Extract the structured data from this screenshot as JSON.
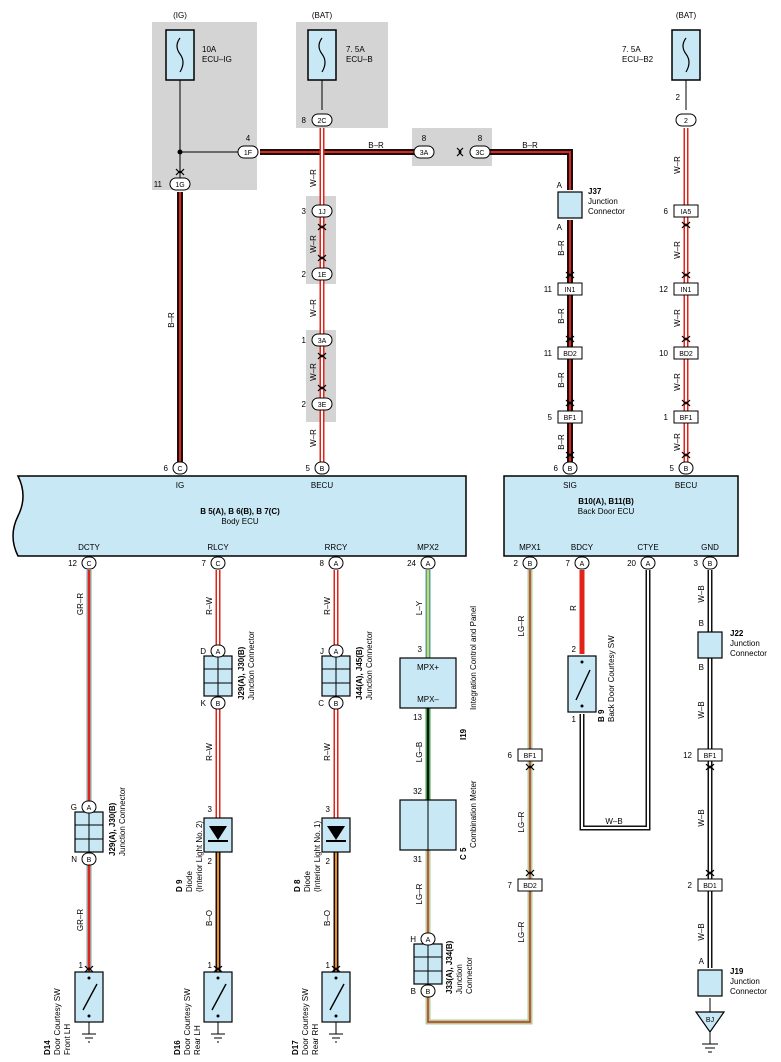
{
  "sources": {
    "ig": "(IG)",
    "bat1": "(BAT)",
    "bat2": "(BAT)"
  },
  "fuses": {
    "ecu_ig": {
      "amp": "10A",
      "name": "ECU–IG"
    },
    "ecu_b": {
      "amp": "7. 5A",
      "name": "ECU–B"
    },
    "ecu_b2": {
      "amp": "7. 5A",
      "name": "ECU–B2"
    }
  },
  "wires": {
    "br": "B–R",
    "wr": "W–R",
    "grr": "GR–R",
    "rw": "R–W",
    "ly": "L–Y",
    "lgb": "LG–B",
    "lgr": "LG–R",
    "r": "R",
    "bo": "B–O",
    "wb": "W–B"
  },
  "connectors": {
    "c2C": "2C",
    "c1F": "1F",
    "c1G": "1G",
    "c3A_top": "3A",
    "c3C": "3C",
    "c1J": "1J",
    "c1E": "1E",
    "c3A": "3A",
    "c3E": "3E",
    "c2": "2",
    "cIA5": "IA5",
    "cIN1a": "IN1",
    "cIN1b": "IN1",
    "cBD2a": "BD2",
    "cBD2b": "BD2",
    "cBF1a": "BF1",
    "cBF1b": "BF1",
    "cBF1c": "BF1",
    "cBD2c": "BD2",
    "cBF1d": "BF1",
    "cBD1": "BD1",
    "pinC": "C",
    "pinB": "B",
    "pinA": "A",
    "pinD": "D",
    "pinK": "K",
    "pinJ": "J",
    "pinG": "G",
    "pinN": "N",
    "pinH": "H",
    "bj": "BJ"
  },
  "pins": {
    "p4": "4",
    "p8a": "8",
    "p8b": "8",
    "p8c": "8",
    "p11": "11",
    "p3": "3",
    "p2a": "2",
    "p1": "1",
    "p2b": "2",
    "p2c": "2",
    "p6": "6",
    "p11b": "11",
    "p11c": "11",
    "p5": "5",
    "p12": "12",
    "p10": "10",
    "p1b": "1",
    "p6b": "6",
    "p5b": "5",
    "p6c": "6",
    "p5c": "5",
    "p12c": "12",
    "p7a": "7",
    "p8d": "8",
    "p24": "24",
    "p2d": "2",
    "p7b": "7",
    "p20": "20",
    "p3b": "3",
    "p3c": "3",
    "p13": "13",
    "p32": "32",
    "p31": "31",
    "p6d": "6",
    "p7c": "7",
    "p12d": "12",
    "p2e": "2",
    "p3d": "3",
    "p1c": "1",
    "p2f": "2",
    "p1d": "1",
    "p1e": "1",
    "p1f": "1",
    "p2g": "2",
    "p1g": "1"
  },
  "body_ecu": {
    "title": "B 5(A), B 6(B), B 7(C)",
    "name": "Body ECU",
    "term_ig": "IG",
    "term_becu": "BECU",
    "term_dcty": "DCTY",
    "term_rlcy": "RLCY",
    "term_rrcy": "RRCY",
    "term_mpx2": "MPX2"
  },
  "back_door_ecu": {
    "title": "B10(A), B11(B)",
    "name": "Back Door ECU",
    "term_sig": "SIG",
    "term_becu": "BECU",
    "term_mpx1": "MPX1",
    "term_bdcy": "BDCY",
    "term_ctye": "CTYE",
    "term_gnd": "GND"
  },
  "components": {
    "j37": {
      "id": "J37",
      "l1": "Junction",
      "l2": "Connector"
    },
    "j22": {
      "id": "J22",
      "l1": "Junction",
      "l2": "Connector"
    },
    "j19": {
      "id": "J19",
      "l1": "Junction",
      "l2": "Connector"
    },
    "j29": {
      "id": "J29(A), J30(B)",
      "l1": "Junction Connector"
    },
    "j44": {
      "id": "J44(A), J45(B)",
      "l1": "Junction Connector"
    },
    "j29b": {
      "id": "J29(A), J30(B)",
      "l1": "Junction Connector"
    },
    "j33": {
      "id": "J33(A), J34(B)",
      "l1": "Junction",
      "l2": "Connector"
    },
    "i19": {
      "id": "I19",
      "l1": "Integration Control and Panel",
      "mpxp": "MPX+",
      "mpxm": "MPX–"
    },
    "c5": {
      "id": "C 5",
      "l1": "Combination Meter"
    },
    "b9": {
      "id": "B 9",
      "l1": "Back Door Courtesy SW"
    },
    "d9": {
      "id": "D 9",
      "l1": "Diode",
      "l2": "(Interior Light No. 2)"
    },
    "d8": {
      "id": "D 8",
      "l1": "Diode",
      "l2": "(Interior Light No. 1)"
    },
    "d14": {
      "id": "D14",
      "l1": "Door Courtesy SW",
      "l2": "Front LH"
    },
    "d16": {
      "id": "D16",
      "l1": "Door Courtesy SW",
      "l2": "Rear LH"
    },
    "d17": {
      "id": "D17",
      "l1": "Door Courtesy SW",
      "l2": "Rear RH"
    }
  },
  "colors": {
    "red": "#e2231a",
    "black": "#111111",
    "white": "#ffffff",
    "gray": "#9a9a9a",
    "blue": "#35a6d6",
    "yellow": "#f2d21b",
    "green": "#3c9d4a",
    "lgreen": "#9ed39a",
    "orange": "#f08a1c",
    "ecu_fill": "#c9e8f5",
    "shade": "#d4d4d4"
  }
}
